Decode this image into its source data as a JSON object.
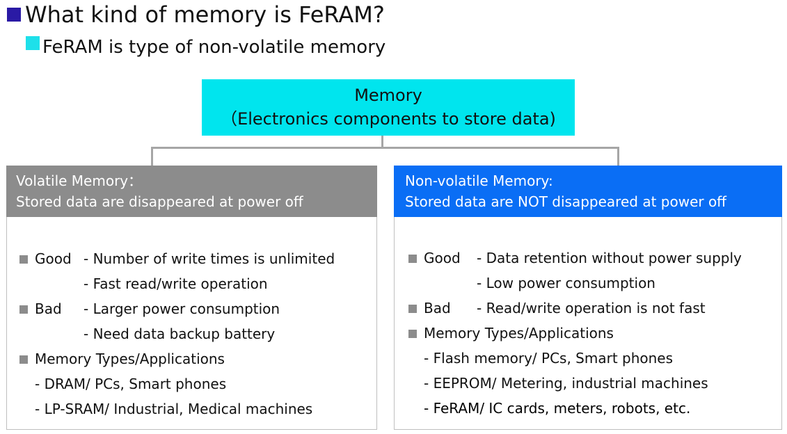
{
  "title": "What kind of memory is FeRAM?",
  "subtitle": "FeRAM is type of non-volatile memory",
  "colors": {
    "title_bullet": "#2a1aa5",
    "subtitle_bullet": "#1ee0ea",
    "memory_box": "#00e5ee",
    "volatile_header": "#8c8c8c",
    "nonvolatile_header": "#0a6ef5",
    "connector": "#a6a6a6"
  },
  "memory_box": {
    "line1": "Memory",
    "line2": "（Electronics components to store data)"
  },
  "volatile": {
    "header_line1": "Volatile Memory：",
    "header_line2": "Stored data are disappeared at power off",
    "good_label": "Good",
    "good_items": [
      "- Number of write times is unlimited",
      "- Fast read/write operation"
    ],
    "bad_label": "Bad",
    "bad_items": [
      "- Larger power consumption",
      "- Need data backup battery"
    ],
    "types_label": "Memory Types/Applications",
    "types_items": [
      "- DRAM/ PCs, Smart phones",
      "- LP-SRAM/ Industrial, Medical machines"
    ]
  },
  "nonvolatile": {
    "header_line1": "Non-volatile Memory:",
    "header_line2": "Stored data are NOT disappeared at power off",
    "good_label": "Good",
    "good_items": [
      "- Data retention without power supply",
      "- Low power consumption"
    ],
    "bad_label": "Bad",
    "bad_items": [
      "- Read/write operation is not fast"
    ],
    "types_label": "Memory Types/Applications",
    "types_items": [
      "- Flash memory/ PCs, Smart phones",
      "- EEPROM/ Metering, industrial machines",
      "- FeRAM/ IC cards, meters, robots, etc."
    ]
  }
}
